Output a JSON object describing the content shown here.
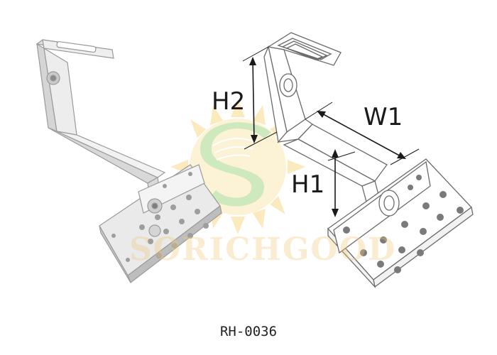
{
  "watermark": {
    "text": "SORICHGOOD"
  },
  "dimensions": {
    "h2": "H2",
    "w1": "W1",
    "h1": "H1"
  },
  "caption": "RH-0036",
  "colors": {
    "metal_fill": "#e9e9e9",
    "metal_stroke": "#8c8c8c",
    "line_drawing": "#6b6b6b",
    "watermark_sun": "#f6d98a",
    "watermark_green": "#a8d88a"
  }
}
